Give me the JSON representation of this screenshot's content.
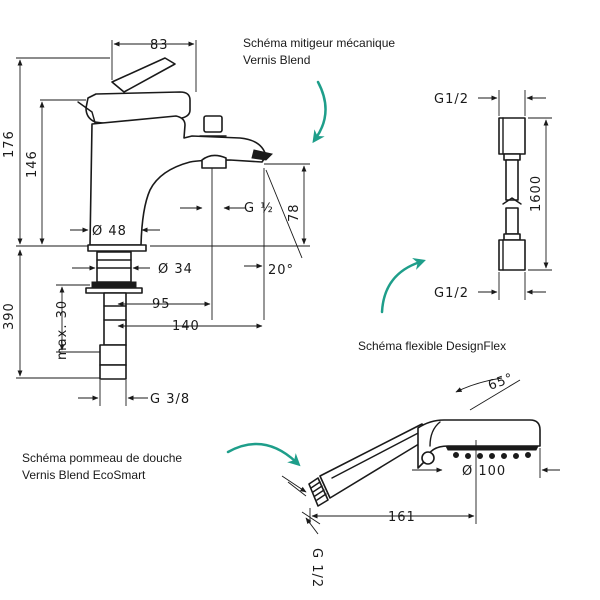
{
  "captions": {
    "mixer": [
      "Schéma mitigeur mécanique",
      "Vernis Blend"
    ],
    "hose": "Schéma flexible DesignFlex",
    "shower": [
      "Schéma pommeau de douche",
      "Vernis Blend EcoSmart"
    ]
  },
  "dims": {
    "d83": "83",
    "d176": "176",
    "d146": "146",
    "d48": "Ø 48",
    "d34": "Ø 34",
    "dG12": "G ½",
    "d78": "78",
    "d20": "20°",
    "d390": "390",
    "dmax30": "max. 30",
    "d95": "95",
    "d140": "140",
    "dG38": "G 3/8",
    "hoseTop": "G1/2",
    "hoseBottom": "G1/2",
    "d1600": "1600",
    "d65": "65°",
    "d100": "Ø 100",
    "d161": "161",
    "dG12b": "G 1/2"
  },
  "colors": {
    "line": "#1a1a1a",
    "arrow": "#1e9e8a"
  }
}
